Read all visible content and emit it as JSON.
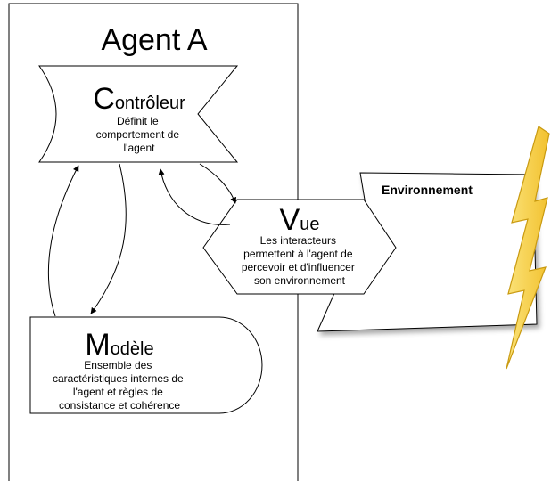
{
  "agent": {
    "title": "Agent A"
  },
  "controleur": {
    "initial": "C",
    "rest": "ontrôleur",
    "description": [
      "Définit le",
      "comportement de",
      "l'agent"
    ]
  },
  "vue": {
    "initial": "V",
    "rest": "ue",
    "description": [
      "Les interacteurs",
      "permettent à l'agent de",
      "percevoir et d'influencer",
      "son environnement"
    ]
  },
  "modele": {
    "initial": "M",
    "rest": "odèle",
    "description": [
      "Ensemble des",
      "caractéristiques internes de",
      "l'agent et règles de",
      "consistance et cohérence"
    ]
  },
  "environnement": {
    "label": "Environnement"
  },
  "colors": {
    "lightning_fill": "#f7d24a",
    "lightning_stroke": "#c99a10",
    "stroke": "#000000",
    "paper": "#ffffff"
  }
}
